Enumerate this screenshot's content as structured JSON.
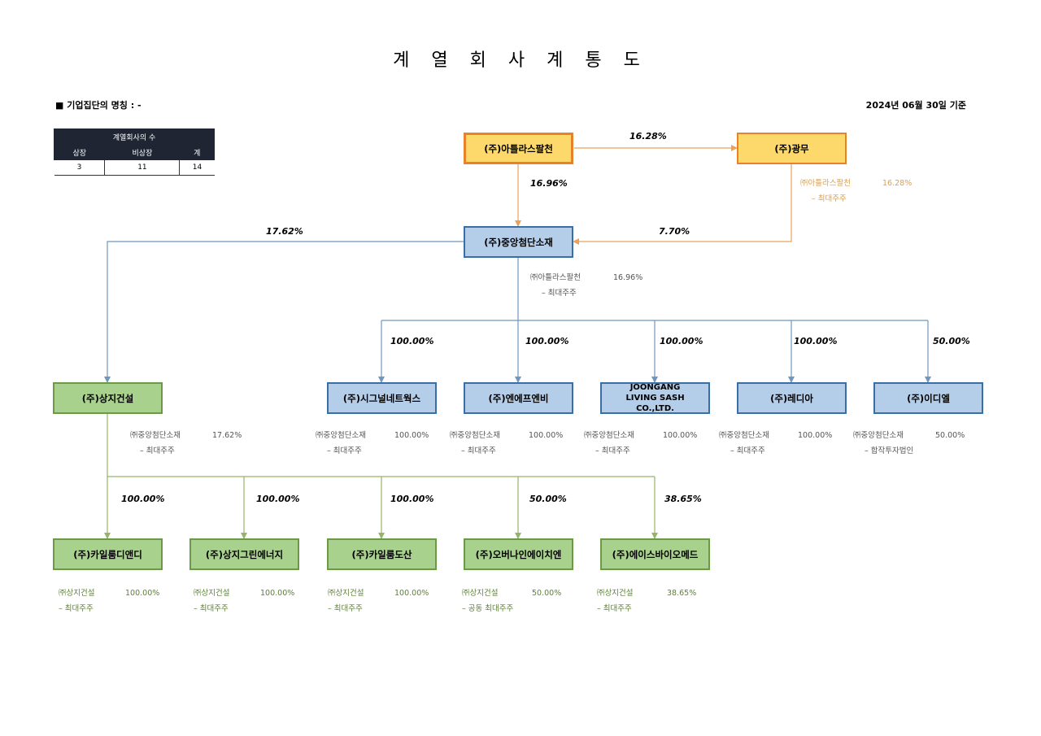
{
  "title": "계 열 회 사 계 통 도",
  "group_name": "■ 기업집단의 명칭 : -",
  "base_date": "2024년 06월 30일 기준",
  "count_table": {
    "header": "계열회사의 수",
    "columns": [
      "상장",
      "비상장",
      "계"
    ],
    "values": [
      "3",
      "11",
      "14"
    ]
  },
  "companies": {
    "atlas": "(주)아틀라스팔천",
    "gwangmu": "(주)광무",
    "jungang": "(주)중앙첨단소재",
    "sangji": "(주)상지건설",
    "signal": "(주)시그널네트웍스",
    "nfenv": "(주)엔에프엔비",
    "joongang_living": "JOONGANG LIVING SASH CO.,LTD.",
    "redia": "(주)레디아",
    "idiel": "(주)이디엘",
    "kailrum_nd": "(주)카일룸디앤디",
    "sangji_green": "(주)상지그린에너지",
    "kailrum_dosan": "(주)카일룸도산",
    "overnine": "(주)오버나인에이치엔",
    "ace_bio": "(주)에이스바이오메드"
  },
  "percentages": {
    "atlas_gwangmu": "16.28%",
    "atlas_jungang": "16.96%",
    "gwangmu_jungang": "7.70%",
    "jungang_sangji": "17.62%",
    "jungang_signal": "100.00%",
    "jungang_nfenv": "100.00%",
    "jungang_living": "100.00%",
    "jungang_redia": "100.00%",
    "jungang_idiel": "50.00%",
    "sangji_kailrum_nd": "100.00%",
    "sangji_green": "100.00%",
    "sangji_kailrum_dosan": "100.00%",
    "sangji_overnine": "50.00%",
    "sangji_ace_bio": "38.65%"
  },
  "notes": {
    "gwangmu": {
      "holder": "㈜아틀라스팔천",
      "value": "16.28%",
      "role": "– 최대주주"
    },
    "jungang": {
      "holder": "㈜아틀라스팔천",
      "value": "16.96%",
      "role": "– 최대주주"
    },
    "sangji": {
      "holder": "㈜중앙첨단소재",
      "value": "17.62%",
      "role": "– 최대주주"
    },
    "signal": {
      "holder": "㈜중앙첨단소재",
      "value": "100.00%",
      "role": "– 최대주주"
    },
    "nfenv": {
      "holder": "㈜중앙첨단소재",
      "value": "100.00%",
      "role": "– 최대주주"
    },
    "joongang_living": {
      "holder": "㈜중앙첨단소재",
      "value": "100.00%",
      "role": "– 최대주주"
    },
    "redia": {
      "holder": "㈜중앙첨단소재",
      "value": "100.00%",
      "role": "– 최대주주"
    },
    "idiel": {
      "holder": "㈜중앙첨단소재",
      "value": "50.00%",
      "role": "– 합작투자법인"
    },
    "kailrum_nd": {
      "holder": "㈜상지건설",
      "value": "100.00%",
      "role": "– 최대주주"
    },
    "sangji_green": {
      "holder": "㈜상지건설",
      "value": "100.00%",
      "role": "– 최대주주"
    },
    "kailrum_dosan": {
      "holder": "㈜상지건설",
      "value": "100.00%",
      "role": "– 최대주주"
    },
    "overnine": {
      "holder": "㈜상지건설",
      "value": "50.00%",
      "role": "– 공동 최대주주"
    },
    "ace_bio": {
      "holder": "㈜상지건설",
      "value": "38.65%",
      "role": "– 최대주주"
    }
  },
  "colors": {
    "orange_line": "#e8a25a",
    "blue_line": "#6f96bf",
    "green_line": "#93b46a"
  }
}
